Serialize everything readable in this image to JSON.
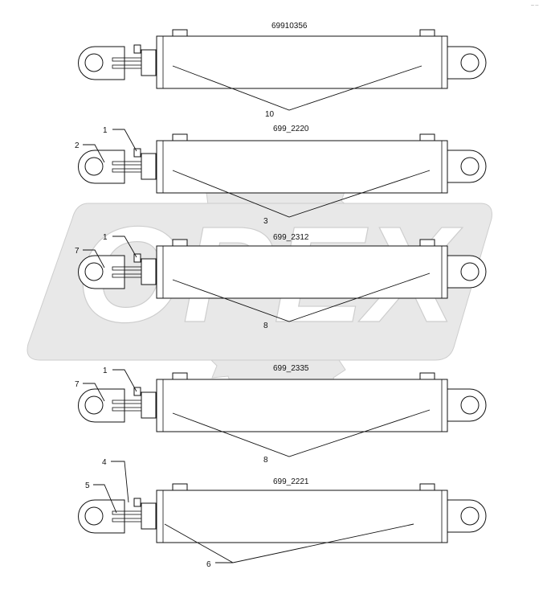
{
  "corner_mark": "— ---",
  "watermark": {
    "text": "OPEX"
  },
  "cylinders": [
    {
      "code": "69910356",
      "body_callout": "10",
      "rod_callouts": []
    },
    {
      "code": "699_2220",
      "body_callout": "3",
      "rod_callouts": [
        "1",
        "2"
      ]
    },
    {
      "code": "699_2312",
      "body_callout": "8",
      "rod_callouts": [
        "1",
        "7"
      ]
    },
    {
      "code": "699_2335",
      "body_callout": "8",
      "rod_callouts": [
        "1",
        "7"
      ]
    },
    {
      "code": "699_2221",
      "body_callout": "6",
      "rod_callouts": [
        "4",
        "5"
      ]
    }
  ]
}
